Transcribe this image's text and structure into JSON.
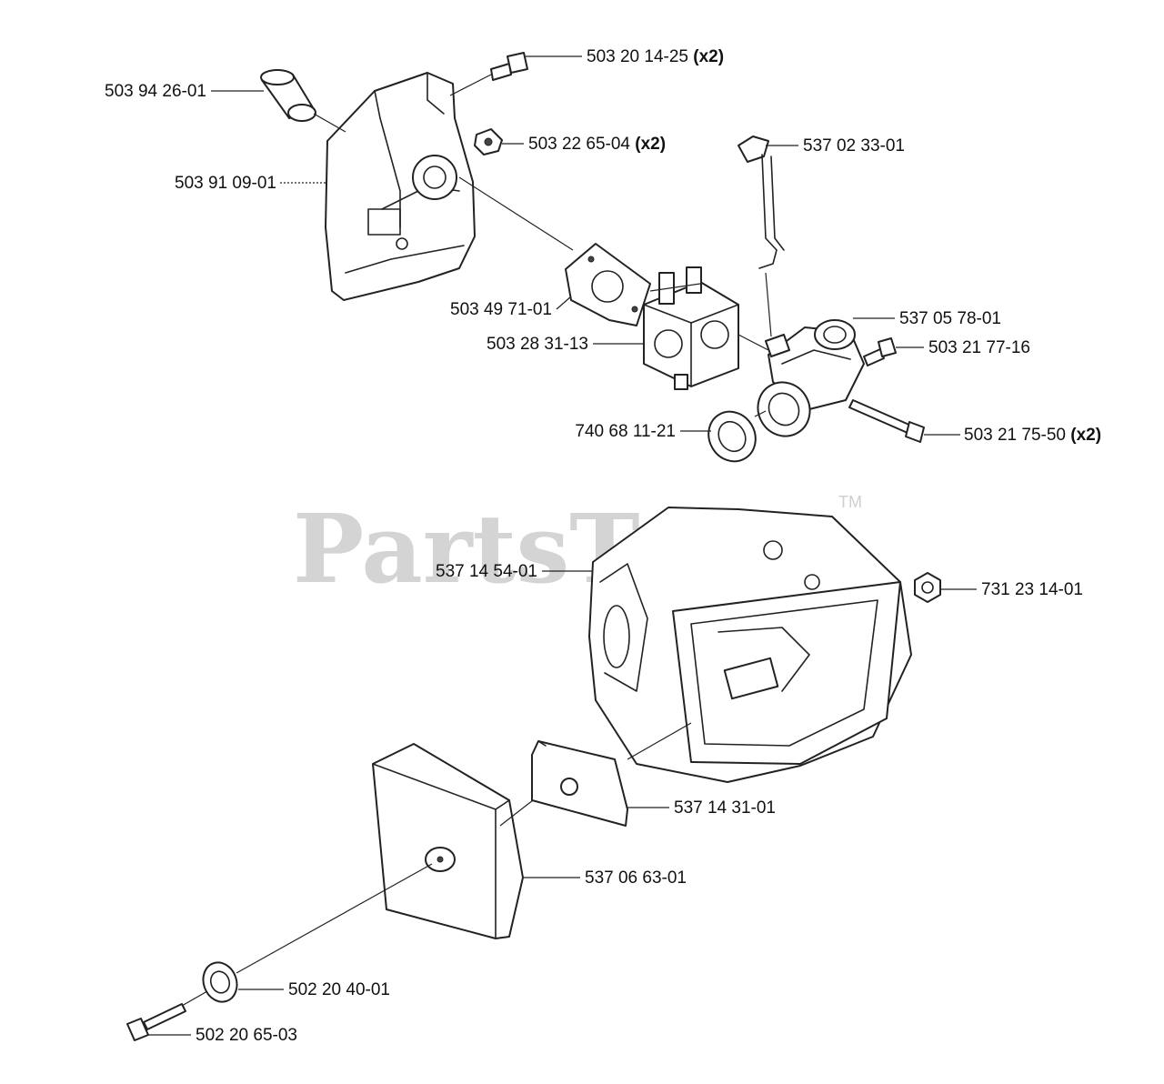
{
  "watermark": {
    "text": "PartsTree",
    "trademark": "TM"
  },
  "callouts": [
    {
      "id": "c1",
      "part": "503 20 14-25",
      "qty": "(x2)"
    },
    {
      "id": "c2",
      "part": "503 94 26-01",
      "qty": ""
    },
    {
      "id": "c3",
      "part": "503 22 65-04",
      "qty": "(x2)"
    },
    {
      "id": "c4",
      "part": "537 02 33-01",
      "qty": ""
    },
    {
      "id": "c5",
      "part": "503 91 09-01",
      "qty": ""
    },
    {
      "id": "c6",
      "part": "537 05 78-01",
      "qty": ""
    },
    {
      "id": "c7",
      "part": "503 49 71-01",
      "qty": ""
    },
    {
      "id": "c8",
      "part": "503 21 77-16",
      "qty": ""
    },
    {
      "id": "c9",
      "part": "503 28 31-13",
      "qty": ""
    },
    {
      "id": "c10",
      "part": "740 68 11-21",
      "qty": ""
    },
    {
      "id": "c11",
      "part": "503 21 75-50",
      "qty": "(x2)"
    },
    {
      "id": "c12",
      "part": "537 14 54-01",
      "qty": ""
    },
    {
      "id": "c13",
      "part": "731 23 14-01",
      "qty": ""
    },
    {
      "id": "c14",
      "part": "537 14 31-01",
      "qty": ""
    },
    {
      "id": "c15",
      "part": "537 06 63-01",
      "qty": ""
    },
    {
      "id": "c16",
      "part": "502 20 40-01",
      "qty": ""
    },
    {
      "id": "c17",
      "part": "502 20 65-03",
      "qty": ""
    }
  ]
}
